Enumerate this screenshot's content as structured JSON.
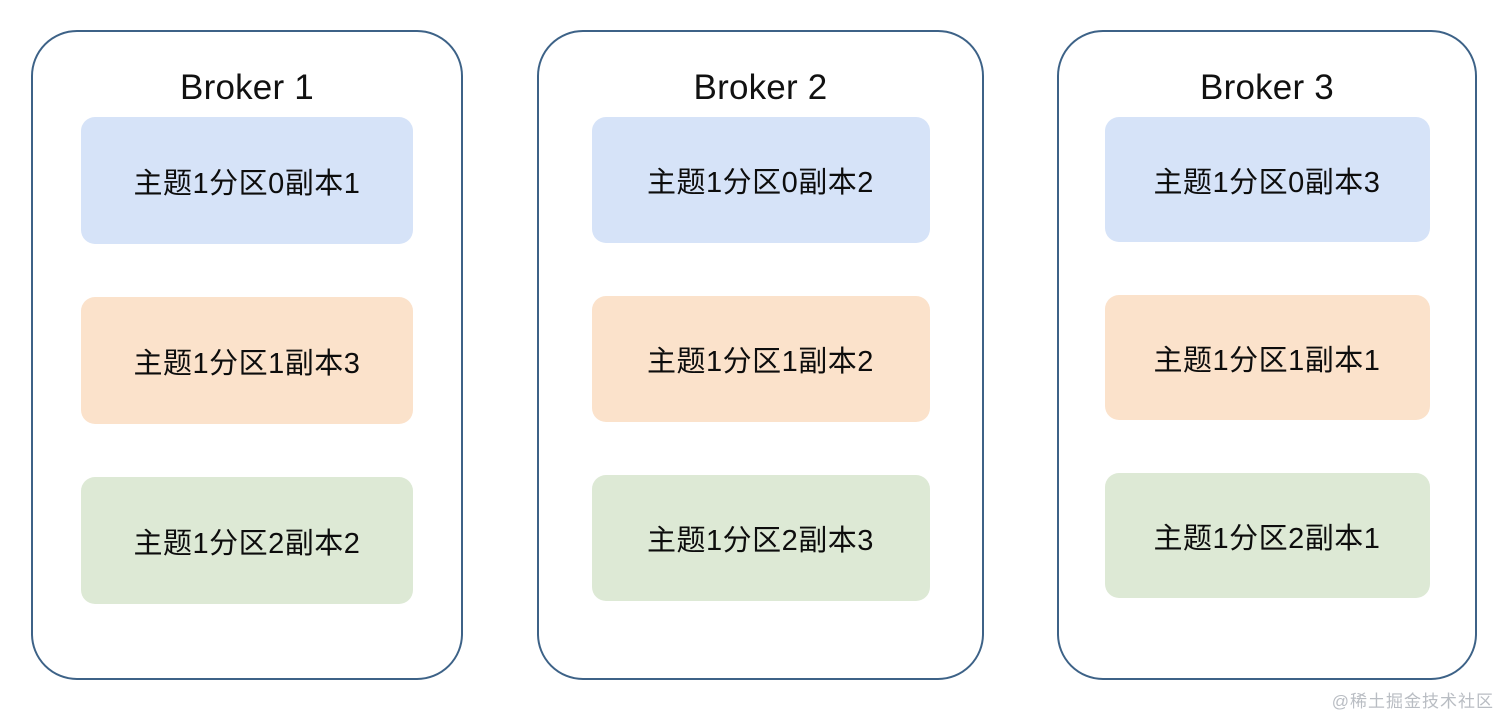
{
  "diagram": {
    "type": "kafka-broker-replica-layout",
    "background_color": "#ffffff",
    "card_border_color": "#3D6287",
    "watermark": "@稀土掘金技术社区",
    "brokers": [
      {
        "title": "Broker 1",
        "replicas": [
          {
            "label": "主题1分区0副本1",
            "color": "#d6e3f8",
            "color_name": "blue"
          },
          {
            "label": "主题1分区1副本3",
            "color": "#fbe2cb",
            "color_name": "orange"
          },
          {
            "label": "主题1分区2副本2",
            "color": "#dde9d5",
            "color_name": "green"
          }
        ]
      },
      {
        "title": "Broker 2",
        "replicas": [
          {
            "label": "主题1分区0副本2",
            "color": "#d6e3f8",
            "color_name": "blue"
          },
          {
            "label": "主题1分区1副本2",
            "color": "#fbe2cb",
            "color_name": "orange"
          },
          {
            "label": "主题1分区2副本3",
            "color": "#dde9d5",
            "color_name": "green"
          }
        ]
      },
      {
        "title": "Broker 3",
        "replicas": [
          {
            "label": "主题1分区0副本3",
            "color": "#d6e3f8",
            "color_name": "blue"
          },
          {
            "label": "主题1分区1副本1",
            "color": "#fbe2cb",
            "color_name": "orange"
          },
          {
            "label": "主题1分区2副本1",
            "color": "#dde9d5",
            "color_name": "green"
          }
        ]
      }
    ]
  }
}
